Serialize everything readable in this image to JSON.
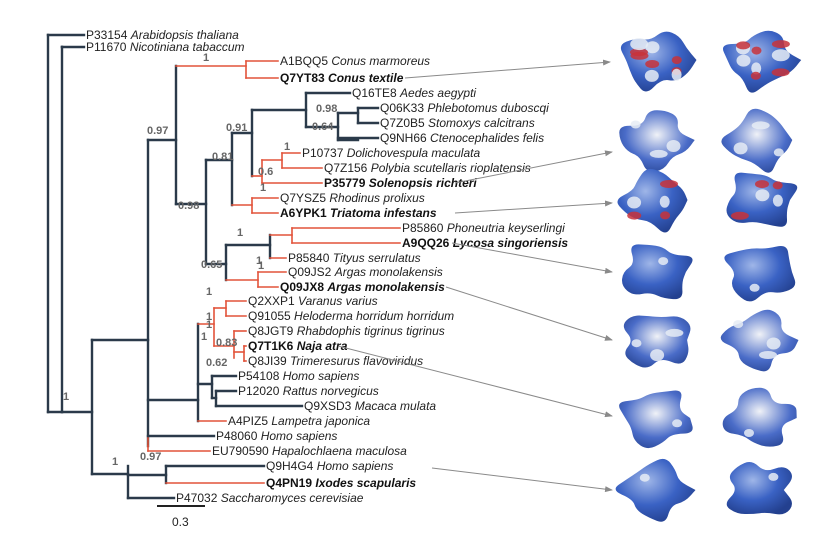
{
  "colors": {
    "branch_dark": "#2b3a4a",
    "branch_red": "#e2533a",
    "surface_blue": "#2f55b8",
    "surface_red": "#c8323a",
    "surface_white": "#e6ecf4",
    "arrow": "#8a8a8a"
  },
  "leaves": [
    {
      "id": "P33154",
      "species": "Arabidopsis thaliana",
      "bold": false
    },
    {
      "id": "P11670",
      "species": "Nicotiniana tabaccum",
      "bold": false
    },
    {
      "id": "A1BQQ5",
      "species": "Conus marmoreus",
      "bold": false
    },
    {
      "id": "Q7YT83",
      "species": "Conus textile",
      "bold": true
    },
    {
      "id": "Q16TE8",
      "species": "Aedes aegypti",
      "bold": false
    },
    {
      "id": "Q06K33",
      "species": "Phlebotomus duboscqi",
      "bold": false
    },
    {
      "id": "Q7Z0B5",
      "species": "Stomoxys calcitrans",
      "bold": false
    },
    {
      "id": "Q9NH66",
      "species": "Ctenocephalides felis",
      "bold": false
    },
    {
      "id": "P10737",
      "species": "Dolichovespula maculata",
      "bold": false
    },
    {
      "id": "Q7Z156",
      "species": "Polybia scutellaris rioplatensis",
      "bold": false
    },
    {
      "id": "P35779",
      "species": "Solenopsis richteri",
      "bold": true
    },
    {
      "id": "Q7YSZ5",
      "species": "Rhodinus prolixus",
      "bold": false
    },
    {
      "id": "A6YPK1",
      "species": "Triatoma infestans",
      "bold": true
    },
    {
      "id": "P85860",
      "species": "Phoneutria keyserlingi",
      "bold": false
    },
    {
      "id": "A9QQ26",
      "species": "Lycosa singoriensis",
      "bold": true
    },
    {
      "id": "P85840",
      "species": "Tityus serrulatus",
      "bold": false
    },
    {
      "id": "Q09JS2",
      "species": "Argas monolakensis",
      "bold": false
    },
    {
      "id": "Q09JX8",
      "species": "Argas monolakensis",
      "bold": true
    },
    {
      "id": "Q2XXP1",
      "species": "Varanus varius",
      "bold": false
    },
    {
      "id": "Q91055",
      "species": "Heloderma horridum horridum",
      "bold": false
    },
    {
      "id": "Q8JGT9",
      "species": "Rhabdophis tigrinus tigrinus",
      "bold": false
    },
    {
      "id": "Q7T1K6",
      "species": "Naja atra",
      "bold": true
    },
    {
      "id": "Q8JI39",
      "species": "Trimeresurus flavoviridus",
      "bold": false
    },
    {
      "id": "P54108",
      "species": "Homo sapiens",
      "bold": false
    },
    {
      "id": "P12020",
      "species": "Rattus norvegicus",
      "bold": false
    },
    {
      "id": "Q9XSD3",
      "species": "Macaca mulata",
      "bold": false
    },
    {
      "id": "A4PIZ5",
      "species": "Lampetra japonica",
      "bold": false
    },
    {
      "id": "P48060",
      "species": "Homo sapiens",
      "bold": false
    },
    {
      "id": "EU790590",
      "species": "Hapalochlaena maculosa",
      "bold": false
    },
    {
      "id": "Q9H4G4",
      "species": "Homo sapiens",
      "bold": false
    },
    {
      "id": "Q4PN19",
      "species": "Ixodes scapularis",
      "bold": true
    },
    {
      "id": "P47032",
      "species": "Saccharomyces cerevisiae",
      "bold": false
    }
  ],
  "support_values": [
    "1",
    "0.98",
    "0.64",
    "0.91",
    "1",
    "0.6",
    "0.81",
    "1",
    "0.97",
    "0.98",
    "1",
    "1",
    "0.65",
    "1",
    "1",
    "0.83",
    "0.62",
    "1",
    "1",
    "1",
    "0.97",
    "1",
    "1"
  ],
  "scale_bar": {
    "label": "0.3"
  }
}
